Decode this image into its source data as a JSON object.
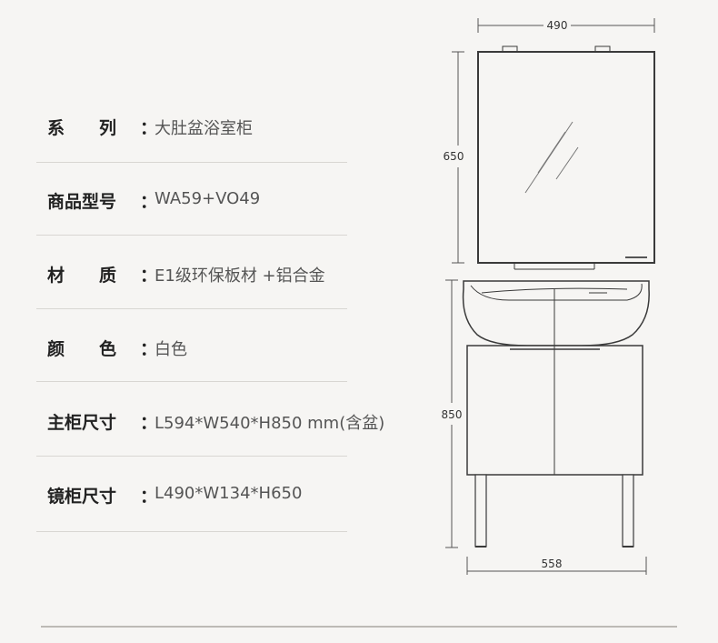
{
  "specs": [
    {
      "label": "系　　列",
      "value": "大肚盆浴室柜"
    },
    {
      "label": "商品型号",
      "value": "WA59+VO49"
    },
    {
      "label": "材　　质",
      "value": "E1级环保板材 +铝合金"
    },
    {
      "label": "颜　　色",
      "value": "白色"
    },
    {
      "label": "主柜尺寸",
      "value": "L594*W540*H850 mm(含盆)"
    },
    {
      "label": "镜柜尺寸",
      "value": "L490*W134*H650"
    }
  ],
  "colon": "：",
  "dimensions": {
    "mirror_width": "490",
    "mirror_height": "650",
    "cabinet_height": "850",
    "cabinet_width": "558"
  }
}
